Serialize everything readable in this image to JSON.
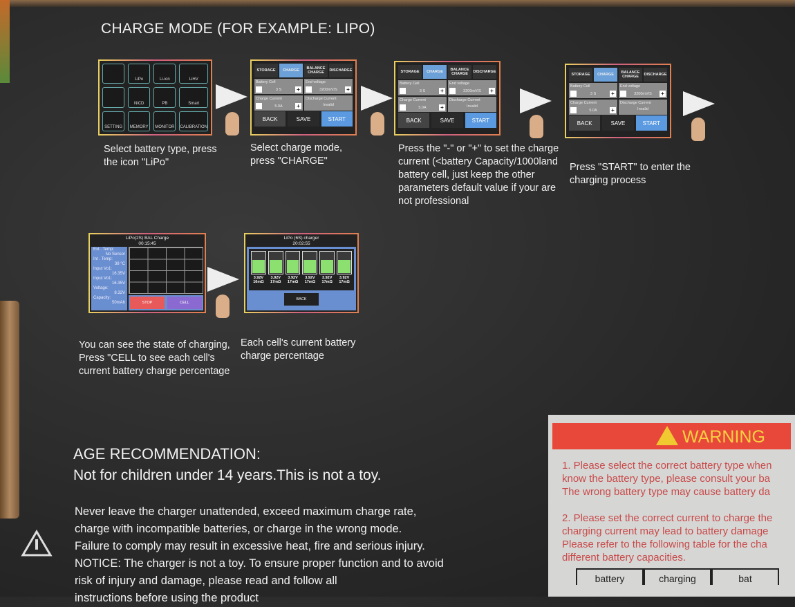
{
  "title": "CHARGE MODE (FOR EXAMPLE: LIPO)",
  "screen1": {
    "icons": [
      "",
      "LiPo",
      "Li-ion",
      "LiHV",
      "",
      "NiCD",
      "PB",
      "Smart",
      "SETTING",
      "MEMORY",
      "MONITOR",
      "CALIBRATION"
    ]
  },
  "charge_screen": {
    "tabs": [
      "STORAGE",
      "CHARGE",
      "BALANCE CHARGE",
      "DISCHARGE"
    ],
    "battery_cell_label": "Battery Cell",
    "battery_cell": "3 S",
    "end_voltage_label": "End voltage",
    "end_voltage": "3200mV/S",
    "charge_current_label": "Charge Current",
    "charge_current": "5.0A",
    "discharge_current_label": "Discharge Current",
    "discharge_current": "Invalid",
    "back": "BACK",
    "save": "SAVE",
    "start": "START"
  },
  "captions": {
    "step1": "Select battery type, press the icon \"LiPo\"",
    "step2": "Select charge mode, press \"CHARGE\"",
    "step3": "Press the \"-\" or \"+\" to set the charge current (<battery Capacity/1000land battery cell, just keep the other parameters default value if your are not professional",
    "step4": "Press \"START\" to enter the charging process",
    "step5": "You can see the state of charging, Press \"CELL to see each cell's current battery charge percentage",
    "step6": "Each cell's current battery charge percentage"
  },
  "screen5": {
    "title": "LiPo(2S) BAL Charge",
    "time": "00:15:45",
    "side": [
      [
        "Ext . Temp:",
        "No Sensor"
      ],
      [
        "Int . Temp:",
        "38 °C"
      ],
      [
        "Input Vo1:",
        "16.35V"
      ],
      [
        "Input Vo1:",
        "16.35V"
      ],
      [
        "Voltage:",
        "8.32V"
      ],
      [
        "Capacity:",
        "50mAh"
      ]
    ],
    "stop": "STOP",
    "cell": "CELL"
  },
  "screen6": {
    "title": "LiPo (6S) charger",
    "time": "20:02:55",
    "cells": [
      [
        "3.92V",
        "16mΩ"
      ],
      [
        "3.92V",
        "17mΩ"
      ],
      [
        "3.92V",
        "17mΩ"
      ],
      [
        "3.92V",
        "17mΩ"
      ],
      [
        "3.92V",
        "17mΩ"
      ],
      [
        "3.92V",
        "17mΩ"
      ]
    ],
    "fill_fraction": 0.62,
    "back": "BACK"
  },
  "age": {
    "heading": "AGE RECOMMENDATION:",
    "text": "Not for children under 14 years.This is not a toy."
  },
  "warning_text": [
    "Never leave the charger unattended, exceed maximum charge rate,",
    "charge with incompatible batteries, or charge in the wrong mode.",
    "Failure to comply may result in excessive heat, fire and serious injury.",
    "NOTICE: The charger is not a toy. To ensure proper function and to avoid",
    "risk of injury and damage, please read and follow all",
    "instructions before using the product"
  ],
  "warning_panel": {
    "heading": "WARNING",
    "lines": [
      "1. Please select the correct battery type when",
      "know the battery type, please consult your ba",
      "The wrong battery type may cause battery da",
      "",
      "2. Please set the correct current to charge the",
      "charging current may lead to battery damage",
      "Please refer to the following table for the cha",
      "different battery capacities."
    ],
    "table_headers": [
      "battery",
      "charging",
      "bat"
    ]
  }
}
